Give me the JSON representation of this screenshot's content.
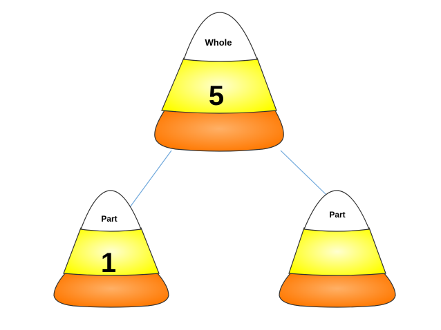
{
  "diagram": {
    "colors": {
      "tip": "#ffffff",
      "middle": "#ffff00",
      "middle_light": "#ffffc8",
      "base": "#ff7f00",
      "base_light": "#ffb066",
      "outline": "#333333",
      "connector": "#6fa8dc"
    },
    "whole": {
      "label": "Whole",
      "value": "5"
    },
    "part_left": {
      "label": "Part",
      "value": "1"
    },
    "part_right": {
      "label": "Part",
      "value": ""
    }
  }
}
